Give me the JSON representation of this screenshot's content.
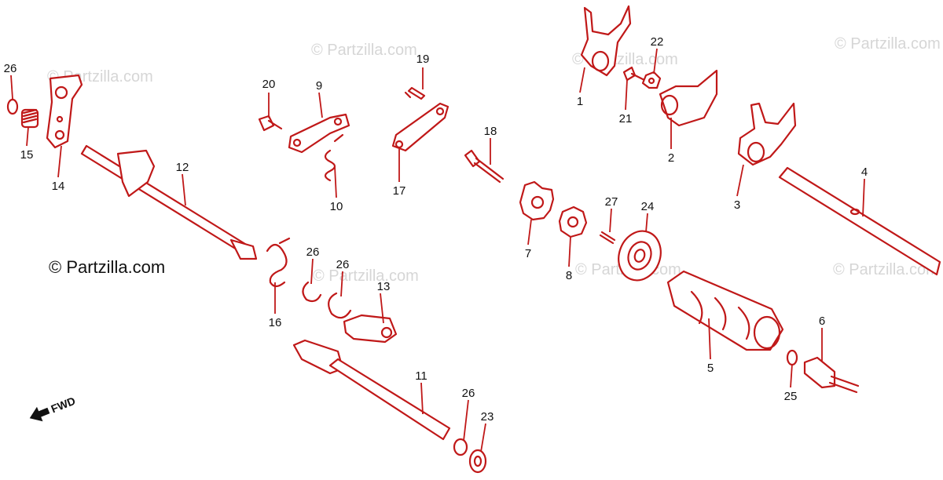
{
  "watermark_text": "© Partzilla.com",
  "brand_caption": "© Partzilla.com",
  "fwd_label": "FWD",
  "ink_color": "#c01818",
  "callouts": {
    "p1": "1",
    "p2": "2",
    "p3": "3",
    "p4": "4",
    "p5": "5",
    "p6": "6",
    "p7": "7",
    "p8": "8",
    "p9": "9",
    "p10": "10",
    "p11": "11",
    "p12": "12",
    "p13": "13",
    "p14": "14",
    "p15": "15",
    "p16": "16",
    "p17": "17",
    "p18": "18",
    "p19": "19",
    "p20": "20",
    "p21": "21",
    "p22": "22",
    "p23": "23",
    "p24": "24",
    "p25": "25",
    "p26a": "26",
    "p26b": "26",
    "p26c": "26",
    "p26d": "26",
    "p27": "27"
  }
}
